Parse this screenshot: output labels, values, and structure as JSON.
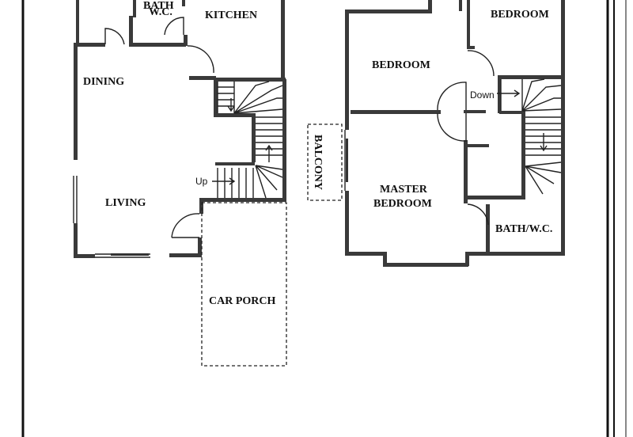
{
  "ground_floor": {
    "wc": "W.C.",
    "wc_partial": "BATH",
    "kitchen": "KITCHEN",
    "dining": "DINING",
    "living": "LIVING",
    "stair_up": "Up",
    "car_porch": "CAR PORCH"
  },
  "first_floor": {
    "bedroom_top_right": "BEDROOM",
    "bedroom_top_left": "BEDROOM",
    "stair_down": "Down",
    "balcony": "BALCONY",
    "master_line1": "MASTER",
    "master_line2": "BEDROOM",
    "bath_wc": "BATH/W.C."
  },
  "colors": {
    "wall": "#3a3a3a",
    "line": "#222222",
    "background": "#ffffff"
  }
}
